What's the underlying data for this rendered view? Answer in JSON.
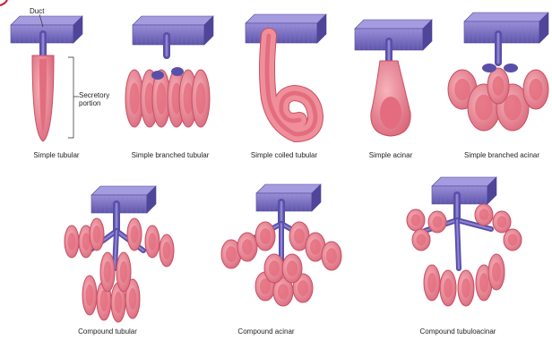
{
  "colors": {
    "epithelium": "#7a6fc4",
    "epithelium_dark": "#4e4596",
    "duct": "#5a4fa8",
    "secretory": "#ef8f9a",
    "secretory_dark": "#c84f63",
    "lumen": "#e36d7e",
    "accent_red": "#d0102a"
  },
  "annotations": {
    "duct": "Duct",
    "secretory_line1": "Secretory",
    "secretory_line2": "portion"
  },
  "glands": [
    {
      "id": "simple-tubular",
      "label": "Simple tubular"
    },
    {
      "id": "simple-branched-tubular",
      "label": "Simple branched tubular"
    },
    {
      "id": "simple-coiled-tubular",
      "label": "Simple coiled tubular"
    },
    {
      "id": "simple-acinar",
      "label": "Simple acinar"
    },
    {
      "id": "simple-branched-acinar",
      "label": "Simple branched acinar"
    },
    {
      "id": "compound-tubular",
      "label": "Compound tubular"
    },
    {
      "id": "compound-acinar",
      "label": "Compound acinar"
    },
    {
      "id": "compound-tubuloacinar",
      "label": "Compound tubuloacinar"
    }
  ]
}
